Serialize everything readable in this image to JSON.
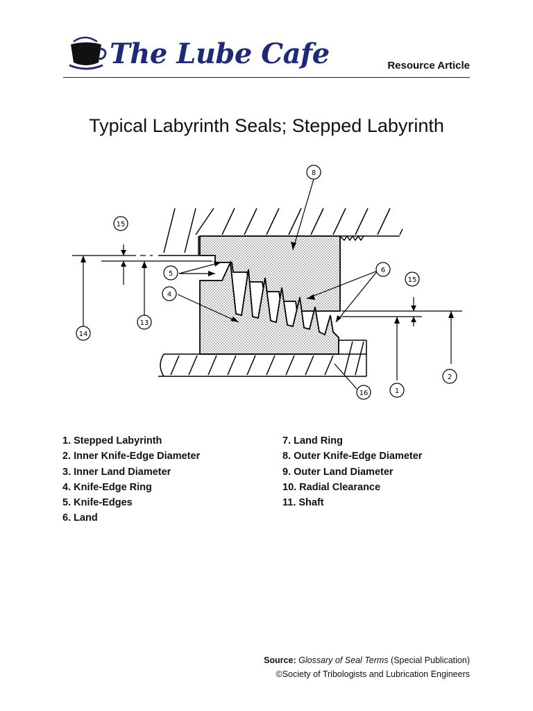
{
  "header": {
    "logo_text": "The Lube Cafe",
    "section_label": "Resource Article"
  },
  "title": "Typical Labyrinth Seals; Stepped Labyrinth",
  "diagram": {
    "callouts": [
      "8",
      "15",
      "5",
      "4",
      "13",
      "14",
      "6",
      "15",
      "2",
      "1",
      "16"
    ]
  },
  "labels": {
    "left": [
      "1. Stepped Labyrinth",
      "2. Inner Knife-Edge Diameter",
      "3. Inner Land Diameter",
      "4. Knife-Edge Ring",
      "5. Knife-Edges",
      "6. Land"
    ],
    "right": [
      "7. Land Ring",
      "8. Outer Knife-Edge Diameter",
      "9. Outer Land Diameter",
      "10. Radial Clearance",
      "11. Shaft"
    ]
  },
  "source": {
    "label": "Source:",
    "publication": "Glossary of Seal Terms",
    "note": "(Special Publication)",
    "copyright": "©Society of Tribologists and Lubrication Engineers"
  },
  "colors": {
    "logo": "#1e2a78",
    "text": "#111111"
  }
}
